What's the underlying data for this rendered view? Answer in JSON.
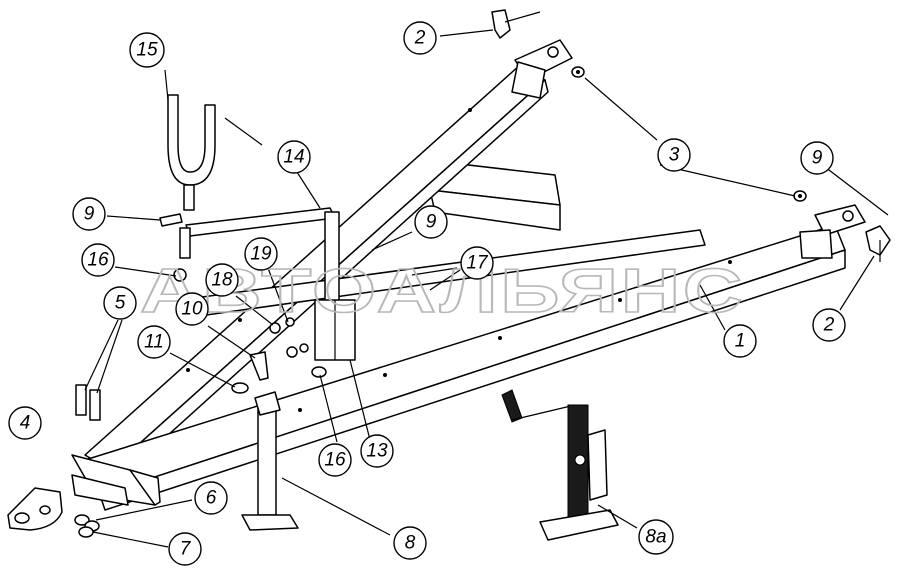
{
  "watermark": "АВТОАЛЬЯНС",
  "callouts": [
    {
      "label": "1"
    },
    {
      "label": "2"
    },
    {
      "label": "2"
    },
    {
      "label": "3"
    },
    {
      "label": "4"
    },
    {
      "label": "5"
    },
    {
      "label": "6"
    },
    {
      "label": "7"
    },
    {
      "label": "8"
    },
    {
      "label": "8a"
    },
    {
      "label": "9"
    },
    {
      "label": "9"
    },
    {
      "label": "9"
    },
    {
      "label": "10"
    },
    {
      "label": "11"
    },
    {
      "label": "13"
    },
    {
      "label": "14"
    },
    {
      "label": "15"
    },
    {
      "label": "16"
    },
    {
      "label": "16"
    },
    {
      "label": "17"
    },
    {
      "label": "18"
    },
    {
      "label": "19"
    }
  ]
}
